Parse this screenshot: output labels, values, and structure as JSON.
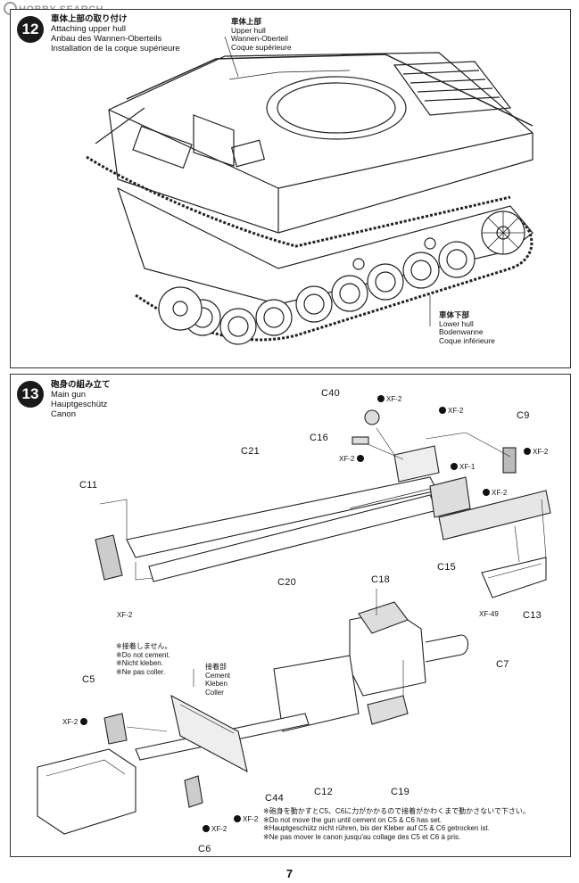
{
  "watermark": {
    "text": "HOBBY SEARCH"
  },
  "step12": {
    "number": "12",
    "title": {
      "jp": "車体上部の取り付け",
      "en": "Attaching upper hull",
      "de": "Anbau des Wannen-Oberteils",
      "fr": "Installation de la coque supérieure"
    },
    "upper_hull": {
      "jp": "車体上部",
      "en": "Upper hull",
      "de": "Wannen-Oberteil",
      "fr": "Coque supérieure"
    },
    "lower_hull": {
      "jp": "車体下部",
      "en": "Lower hull",
      "de": "Bodenwanne",
      "fr": "Coque inférieure"
    }
  },
  "step13": {
    "number": "13",
    "title": {
      "jp": "砲身の組み立て",
      "en": "Main gun",
      "de": "Hauptgeschütz",
      "fr": "Canon"
    },
    "parts": {
      "c40": "C40",
      "c16": "C16",
      "c9": "C9",
      "c21": "C21",
      "c11": "C11",
      "c15": "C15",
      "c20": "C20",
      "c13": "C13",
      "c18": "C18",
      "c7": "C7",
      "c5": "C5",
      "c44": "C44",
      "c12": "C12",
      "c19": "C19",
      "c6": "C6"
    },
    "paints": {
      "xf2": "XF-2",
      "xf1": "XF-1",
      "xf49": "XF-49"
    },
    "no_cement": {
      "jp": "※接着しません。",
      "en": "※Do not cement.",
      "de": "※Nicht kleben.",
      "fr": "※Ne pas coller."
    },
    "cement": {
      "jp": "接着部",
      "en": "Cement",
      "de": "Kleben",
      "fr": "Coller"
    },
    "footnote": {
      "jp": "※砲身を動かすとC5、C6に力がかかるので接着がかわくまで動かさないで下さい。",
      "en": "※Do not move the gun until cement on C5 & C6 has set.",
      "de": "※Hauptgeschütz nicht rühren, bis der Kleber auf C5 & C6 getrocken ist.",
      "fr": "※Ne pas mover le canon jusqu'au collage des C5 et C6 à pris."
    }
  },
  "page_number": "7"
}
